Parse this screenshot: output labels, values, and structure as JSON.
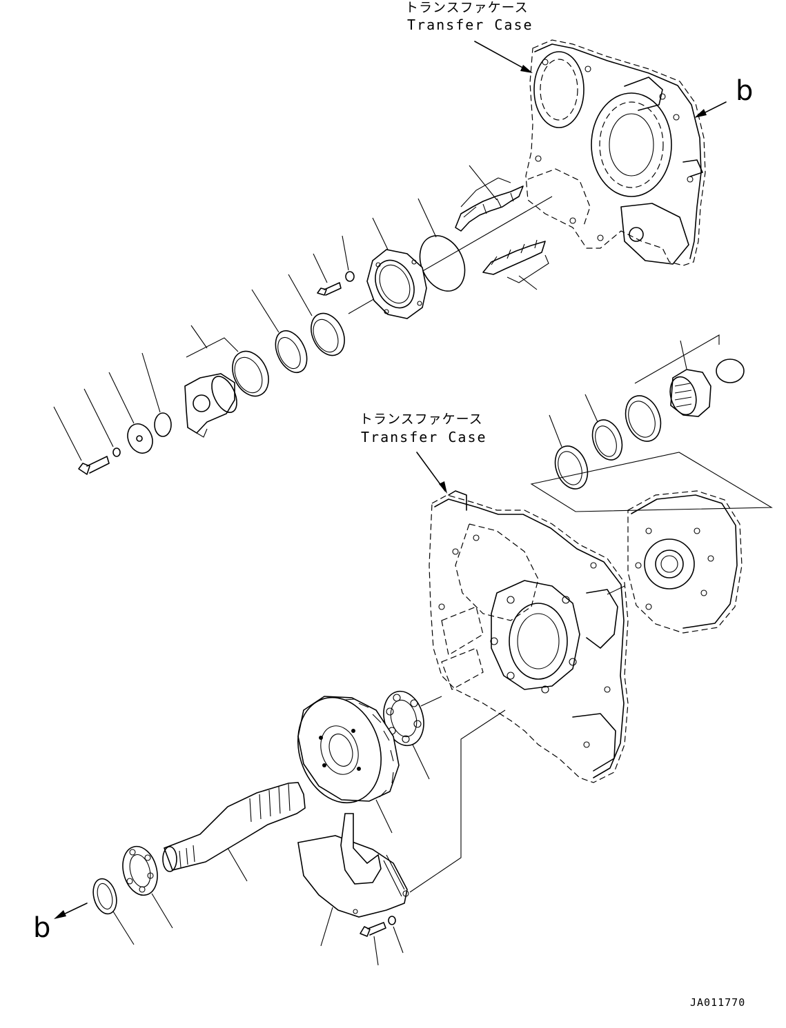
{
  "labels": {
    "case_top_jp": "トランスファケース",
    "case_top_en": "Transfer Case",
    "case_mid_jp": "トランスファケース",
    "case_mid_en": "Transfer Case",
    "b_top": "b",
    "b_bottom": "b",
    "drawing_code": "JA011770"
  }
}
